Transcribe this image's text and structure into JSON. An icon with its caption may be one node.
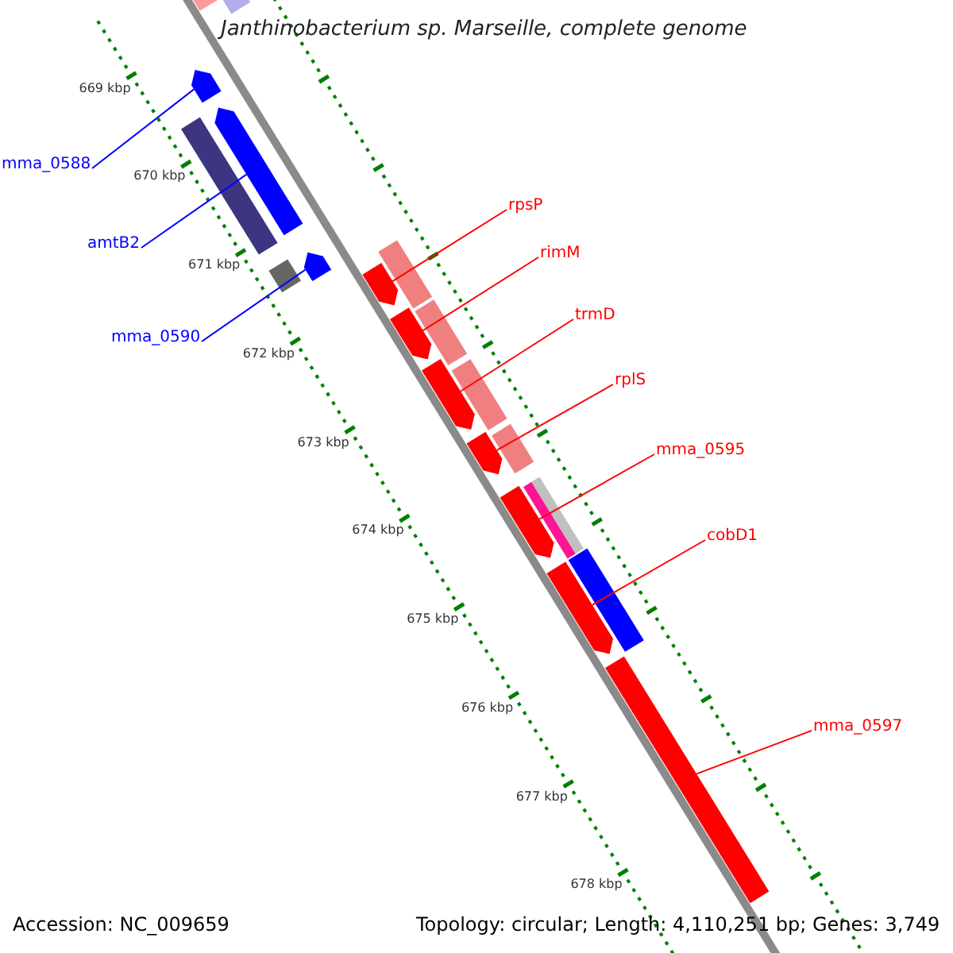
{
  "diagram": {
    "title": "Janthinobacterium sp. Marseille, complete genome",
    "nodes": [
      {
        "text": [
          "mma_0588"
        ]
      },
      {
        "text": [
          "rpsP"
        ]
      },
      {
        "text": [
          "amtB2"
        ]
      },
      {
        "text": [
          "rimM"
        ]
      },
      {
        "text": [
          "trmD"
        ]
      },
      {
        "text": [
          "mma_0590"
        ]
      },
      {
        "text": [
          "rplS"
        ]
      },
      {
        "text": [
          "mma_0595"
        ]
      },
      {
        "text": [
          "cobD1"
        ]
      },
      {
        "text": [
          "mma_0597"
        ]
      },
      {
        "text": [],
        "shape": "bar"
      },
      {
        "text": [],
        "shape": "bar"
      },
      {
        "text": [],
        "shape": "arrow"
      },
      {
        "text": [],
        "shape": "arrow"
      },
      {
        "text": [],
        "shape": "bar"
      },
      {
        "text": [],
        "shape": "bar"
      },
      {
        "text": [],
        "shape": "arrow"
      },
      {
        "text": [],
        "shape": "bar"
      },
      {
        "text": [],
        "shape": "arrow"
      },
      {
        "text": [],
        "shape": "arrow"
      },
      {
        "text": [],
        "shape": "bar"
      },
      {
        "text": [],
        "shape": "arrow"
      },
      {
        "text": [],
        "shape": "bar"
      },
      {
        "text": [],
        "shape": "arrow"
      },
      {
        "text": [],
        "shape": "bar"
      },
      {
        "text": [],
        "shape": "bar"
      },
      {
        "text": [],
        "shape": "bar"
      },
      {
        "text": [],
        "shape": "arrow"
      },
      {
        "text": [],
        "shape": "arrow"
      },
      {
        "text": [],
        "shape": "bar"
      },
      {
        "text": [],
        "shape": "bar"
      }
    ],
    "edges": [
      {
        "from": 0,
        "to": 12,
        "arrow": "none",
        "color": "#0000ff"
      },
      {
        "from": 1,
        "to": 18,
        "arrow": "none"
      },
      {
        "from": 2,
        "to": 13,
        "arrow": "none",
        "color": "#0000ff"
      },
      {
        "from": 3,
        "to": 19,
        "arrow": "none"
      },
      {
        "from": 4,
        "to": 21,
        "arrow": "none"
      },
      {
        "from": 5,
        "to": 16,
        "arrow": "none",
        "color": "#0000ff"
      },
      {
        "from": 6,
        "to": 23,
        "arrow": "none"
      },
      {
        "from": 7,
        "to": 27,
        "arrow": "none"
      },
      {
        "from": 8,
        "to": 28,
        "arrow": "none"
      },
      {
        "from": 9,
        "to": 30,
        "arrow": "none"
      }
    ],
    "labels": [
      "669 kbp",
      "670 kbp",
      "671 kbp",
      "672 kbp",
      "673 kbp",
      "674 kbp",
      "675 kbp",
      "676 kbp",
      "677 kbp",
      "678 kbp",
      "Accession: NC_009659",
      "Topology: circular; Length: 4,110,251 bp; Genes: 3,749"
    ]
  }
}
